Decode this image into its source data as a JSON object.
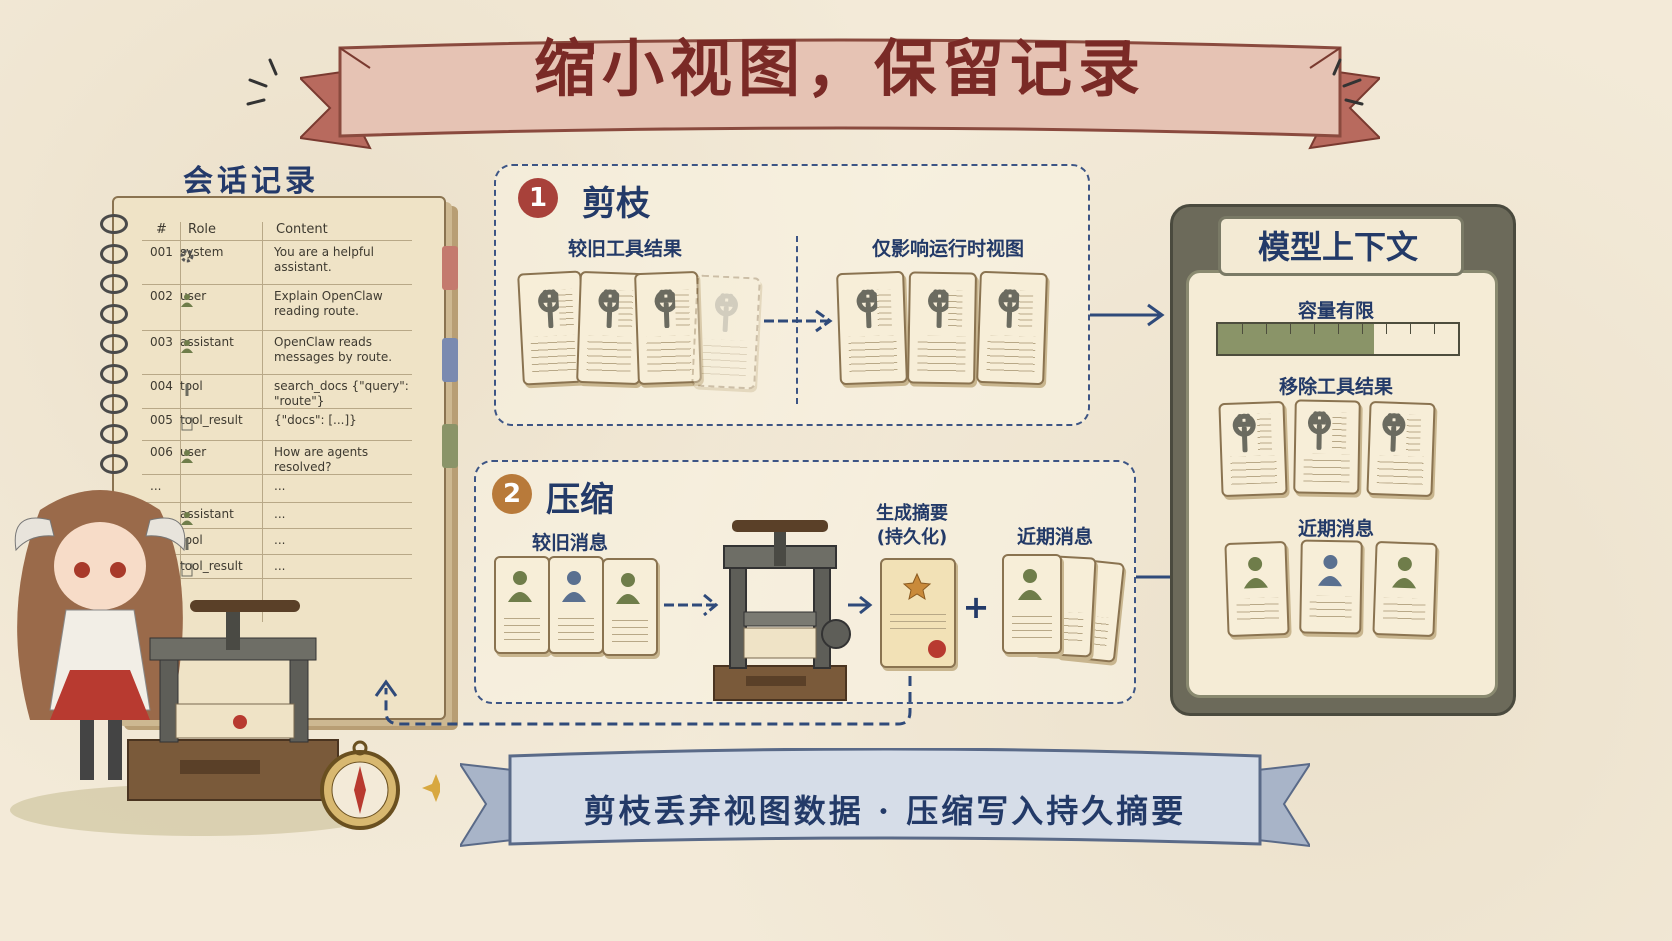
{
  "title": "缩小视图，保留记录",
  "transcript": {
    "title": "会话记录",
    "headers": {
      "num": "#",
      "role": "Role",
      "content": "Content"
    },
    "rows": [
      {
        "num": "001",
        "role": "system",
        "icon": "gear-icon",
        "content": "You are a helpful assistant."
      },
      {
        "num": "002",
        "role": "user",
        "icon": "person-icon",
        "content": "Explain OpenClaw reading route."
      },
      {
        "num": "003",
        "role": "assistant",
        "icon": "person-icon",
        "content": "OpenClaw reads messages by route."
      },
      {
        "num": "004",
        "role": "tool",
        "icon": "wrench-icon",
        "content": "search_docs {\"query\": \"route\"}"
      },
      {
        "num": "005",
        "role": "tool_result",
        "icon": "document-icon",
        "content": "{\"docs\": [...]}"
      },
      {
        "num": "006",
        "role": "user",
        "icon": "person-icon",
        "content": "How are agents resolved?"
      },
      {
        "num": "...",
        "role": "",
        "icon": "",
        "content": "..."
      },
      {
        "num": "",
        "role": "assistant",
        "icon": "person-icon",
        "content": "..."
      },
      {
        "num": "",
        "role": "tool",
        "icon": "wrench-icon",
        "content": "..."
      },
      {
        "num": "",
        "role": "tool_result",
        "icon": "document-icon",
        "content": "..."
      },
      {
        "num": "...",
        "role": "",
        "icon": "",
        "content": ""
      }
    ]
  },
  "step1": {
    "badge": "1",
    "title": "剪枝",
    "left_label": "较旧工具结果",
    "right_label": "仅影响运行时视图"
  },
  "step2": {
    "badge": "2",
    "title": "压缩",
    "old_label": "较旧消息",
    "summary_label": "生成摘要\n(持久化)",
    "recent_label": "近期消息",
    "plus": "+"
  },
  "context": {
    "title": "模型上下文",
    "capacity_label": "容量有限",
    "capacity_fraction": 0.65,
    "removed_label": "移除工具结果",
    "recent_label": "近期消息"
  },
  "footer": "剪枝丢弃视图数据 · 压缩写入持久摘要",
  "colors": {
    "title_red": "#7a2a26",
    "ink_blue": "#233a68",
    "badge1": "#a8413a",
    "badge2": "#b87a3a",
    "person_green": "#6f7d4a",
    "person_blue": "#5a7090"
  }
}
